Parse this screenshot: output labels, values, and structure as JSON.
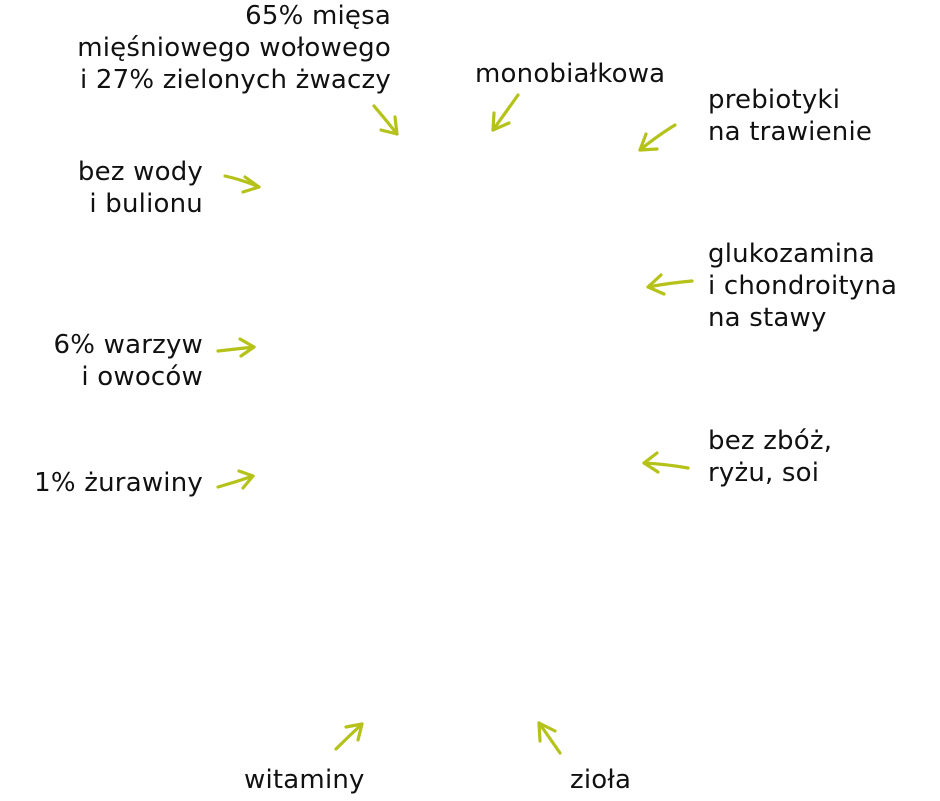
{
  "accent_color": "#b5c21a",
  "labels": {
    "meat": [
      "65% mięsa",
      "mięśniowego wołowego",
      "i 27% zielonych żwaczy"
    ],
    "mono": [
      "monobiałkowa"
    ],
    "prebiotics": [
      "prebiotyki",
      "na trawienie"
    ],
    "no_water": [
      "bez wody",
      "i bulionu"
    ],
    "glucosamine": [
      "glukozamina",
      "i chondroityna",
      "na stawy"
    ],
    "vegetables": [
      "6% warzyw",
      "i owoców"
    ],
    "grain_free": [
      "bez zbóż,",
      "ryżu, soi"
    ],
    "cranberry": [
      "1% żurawiny"
    ],
    "vitamins": [
      "witaminy"
    ],
    "herbs": [
      "zioła"
    ]
  }
}
